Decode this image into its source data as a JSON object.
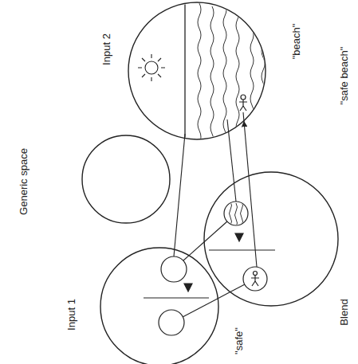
{
  "diagram": {
    "nodes": [
      {
        "text": [
          "Input 2",
          "\"beach\""
        ]
      },
      {
        "text": [
          "Generic space"
        ]
      },
      {
        "text": [
          "Blend",
          "\"safe beach\""
        ]
      },
      {
        "text": [
          "Input 1",
          "\"safe\""
        ]
      }
    ],
    "edges": [
      {
        "from": 0,
        "to": 3,
        "arrow": "none"
      },
      {
        "from": 3,
        "to": 2,
        "arrow": "none"
      },
      {
        "from": 3,
        "to": 2,
        "arrow": "none"
      },
      {
        "from": 0,
        "to": 2,
        "arrow": "none"
      },
      {
        "from": 2,
        "to": 0,
        "arrow": "to"
      }
    ]
  }
}
